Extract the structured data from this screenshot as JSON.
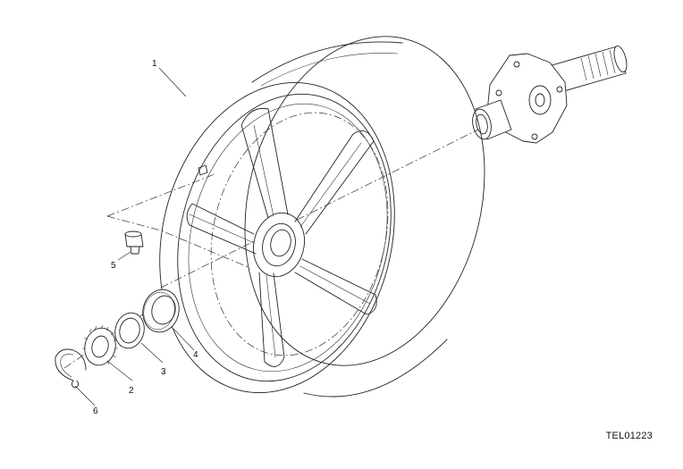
{
  "diagram": {
    "drawing_code": "TEL01223",
    "callouts": [
      {
        "id": "1",
        "label": "1",
        "part": "wheel-rim"
      },
      {
        "id": "2",
        "label": "2",
        "part": "ring-nut"
      },
      {
        "id": "3",
        "label": "3",
        "part": "washer"
      },
      {
        "id": "4",
        "label": "4",
        "part": "seal-ring"
      },
      {
        "id": "5",
        "label": "5",
        "part": "valve"
      },
      {
        "id": "6",
        "label": "6",
        "part": "circlip"
      }
    ]
  }
}
